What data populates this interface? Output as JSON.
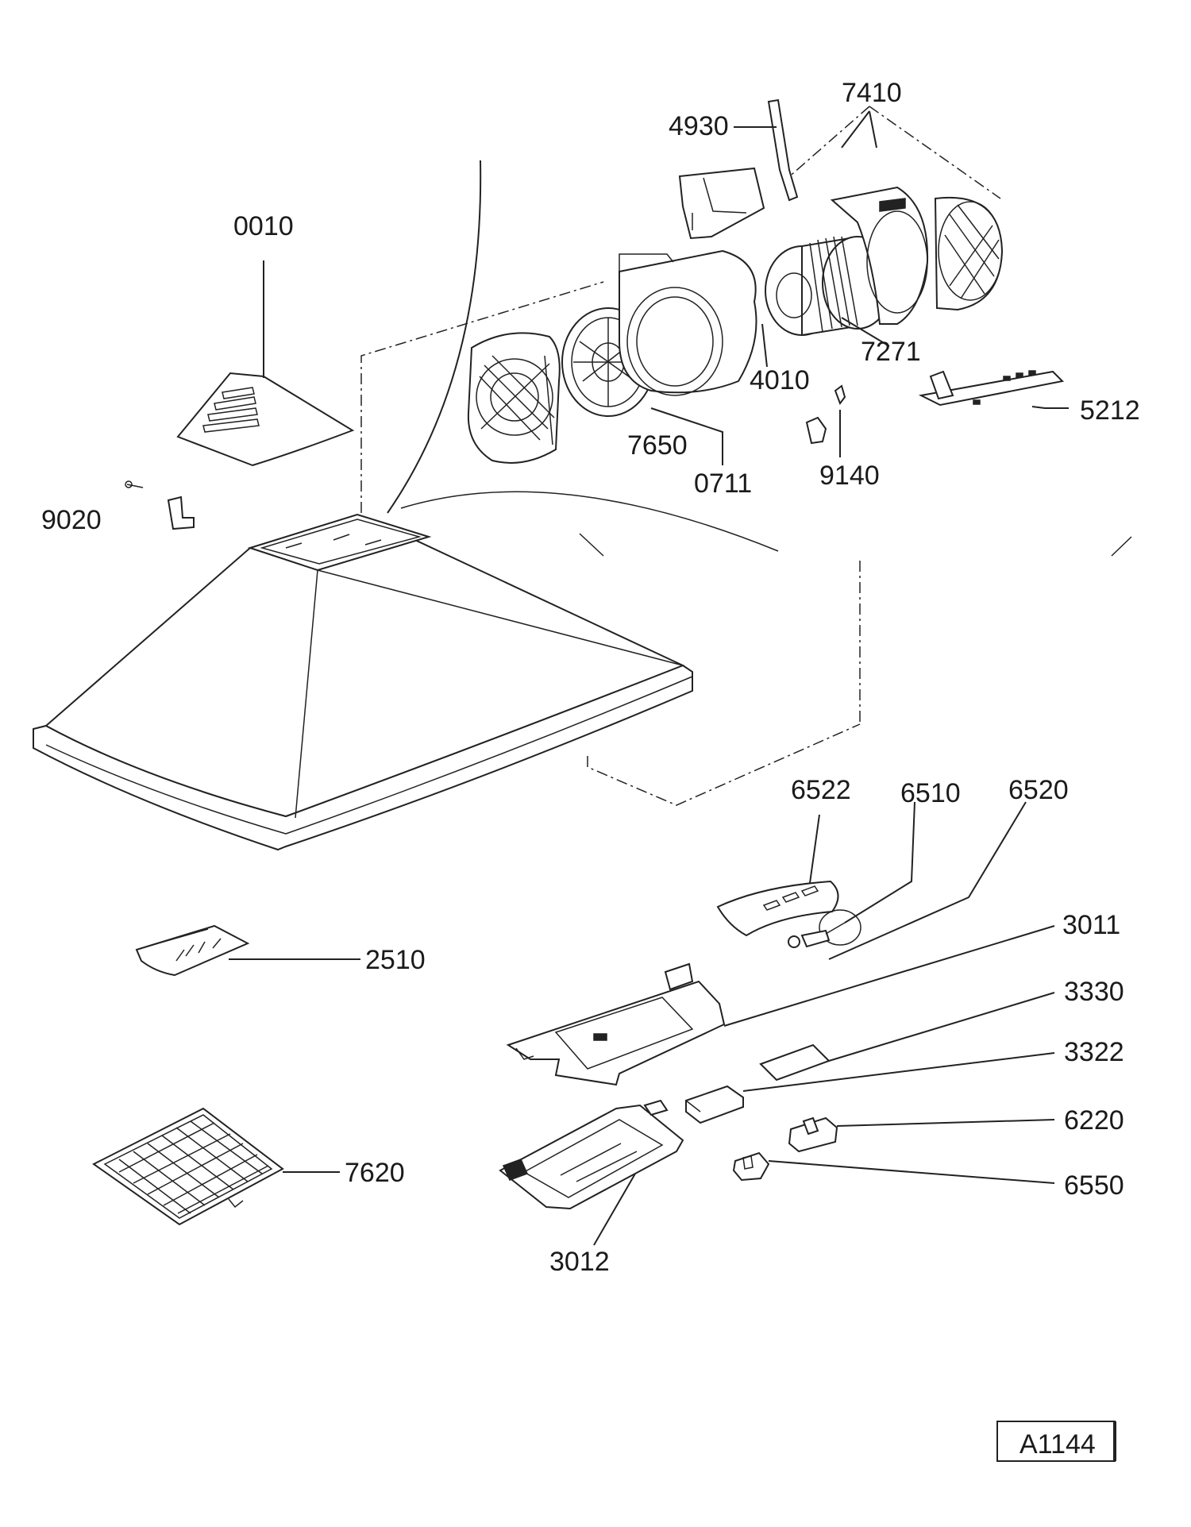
{
  "diagram": {
    "reference_code": "A1144",
    "parts": [
      {
        "id": "0010"
      },
      {
        "id": "4930"
      },
      {
        "id": "7410"
      },
      {
        "id": "7271"
      },
      {
        "id": "4010"
      },
      {
        "id": "5212"
      },
      {
        "id": "7650"
      },
      {
        "id": "0711"
      },
      {
        "id": "9140"
      },
      {
        "id": "9020"
      },
      {
        "id": "6522"
      },
      {
        "id": "6510"
      },
      {
        "id": "6520"
      },
      {
        "id": "3011"
      },
      {
        "id": "2510"
      },
      {
        "id": "3330"
      },
      {
        "id": "3322"
      },
      {
        "id": "6220"
      },
      {
        "id": "7620"
      },
      {
        "id": "6550"
      },
      {
        "id": "3012"
      }
    ]
  }
}
